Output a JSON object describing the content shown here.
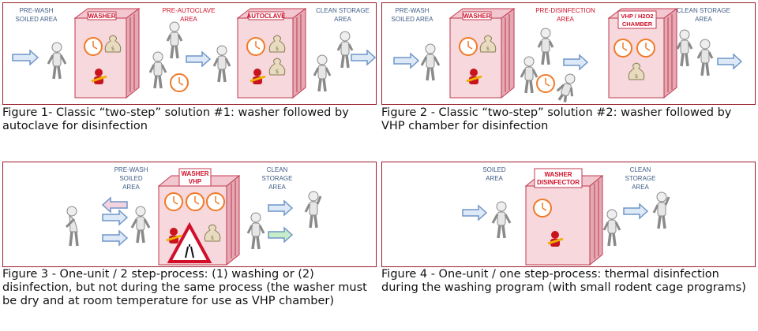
{
  "figures": [
    {
      "caption": "Figure 1- Classic “two-step” solution #1: washer followed by autoclave for disinfection",
      "labels": {
        "zone1_line1": "PRE-WASH",
        "zone1_line2": "SOILED AREA",
        "unit1": "WASHER",
        "zone2_line1": "PRE-AUTOCLAVE",
        "zone2_line2": "AREA",
        "unit2": "AUTOCLAVE",
        "zone3_line1": "CLEAN STORAGE",
        "zone3_line2": "AREA"
      }
    },
    {
      "caption": "Figure 2 - Classic “two-step” solution #2: washer followed by VHP chamber for disinfection",
      "labels": {
        "zone1_line1": "PRE-WASH",
        "zone1_line2": "SOILED AREA",
        "unit1": "WASHER",
        "zone2_line1": "PRE-DISINFECTION",
        "zone2_line2": "AREA",
        "unit2_line1": "VHP / H2O2",
        "unit2_line2": "CHAMBER",
        "zone3_line1": "CLEAN STORAGE",
        "zone3_line2": "AREA"
      }
    },
    {
      "caption": "Figure 3 - One-unit / 2 step-process: (1) washing or (2) disinfection, but not during the same process (the washer must be dry and at room temperature for use as VHP chamber)",
      "labels": {
        "zone1_line1": "PRE-WASH",
        "zone1_line2": "SOILED",
        "zone1_line3": "AREA",
        "unit1_line1": "WASHER",
        "unit1_line2": "VHP",
        "zone2_line1": "CLEAN",
        "zone2_line2": "STORAGE",
        "zone2_line3": "AREA"
      }
    },
    {
      "caption": "Figure 4 - One-unit / one step-process: thermal disinfection during the washing program (with small rodent cage programs)",
      "labels": {
        "zone1_line1": "SOILED",
        "zone1_line2": "AREA",
        "unit1_line1": "WASHER",
        "unit1_line2": "DISINFECTOR",
        "zone2_line1": "CLEAN",
        "zone2_line2": "STORAGE",
        "zone2_line3": "AREA"
      }
    }
  ],
  "colors": {
    "border": "#9b1b2a",
    "cabinet": "#f6d8dd",
    "cabinet_edge": "#c0394f",
    "unit_label": "#d0102a",
    "zone_label": "#3f5d87",
    "arrow": "#6f95c8",
    "clock": "#f07a28"
  },
  "icons": [
    "person-icon",
    "clock-icon",
    "money-bag-icon",
    "wrench-figure-icon",
    "warning-sign-icon",
    "arrow-right-icon",
    "arrow-left-icon"
  ]
}
